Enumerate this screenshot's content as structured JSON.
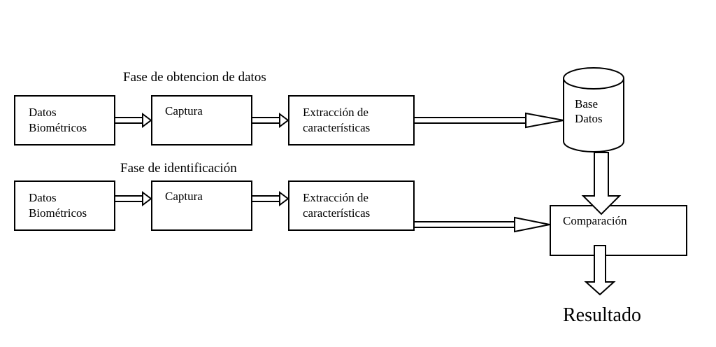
{
  "phase1": {
    "title": "Fase de obtencion de datos",
    "input_label": "Datos\nBiométricos",
    "capture_label": "Captura",
    "extraction_label": "Extracción de\ncaracterísticas"
  },
  "phase2": {
    "title": "Fase de identificación",
    "input_label": "Datos\nBiométricos",
    "capture_label": "Captura",
    "extraction_label": "Extracción de\ncaracterísticas"
  },
  "database": {
    "label": "Base\nDatos"
  },
  "comparison": {
    "label": "Comparación"
  },
  "result": {
    "label": "Resultado"
  }
}
